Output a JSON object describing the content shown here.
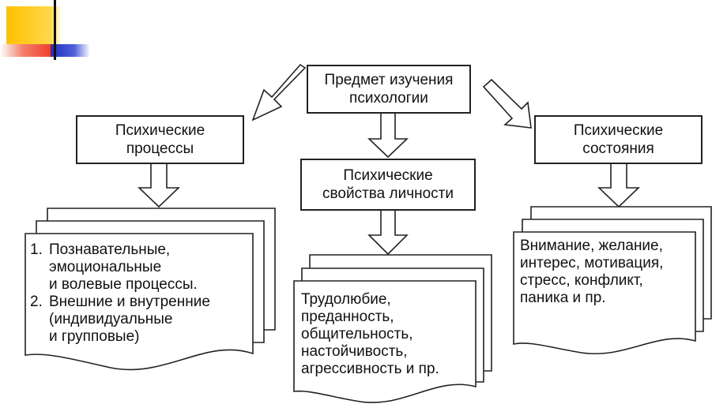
{
  "colors": {
    "ink": "#222222",
    "accent_yellow": "#FFC000",
    "accent_red": "#F03020",
    "accent_blue": "#2030C0"
  },
  "top_box": {
    "label": "Предмет изучения\nпсихологии"
  },
  "left_box": {
    "label": "Психические\nпроцессы"
  },
  "middle_box": {
    "label": "Психические\nсвойства личности"
  },
  "right_box": {
    "label": "Психические\nсостояния"
  },
  "left_list": {
    "items": [
      {
        "num": "1.",
        "text": "Познавательные,\nэмоциональные\nи волевые процессы."
      },
      {
        "num": "2.",
        "text": "Внешние и внутренние\n(индивидуальные\nи групповые)"
      }
    ]
  },
  "middle_list": {
    "text": "Трудолюбие,\nпреданность,\nобщительность,\nнастойчивость,\nагрессивность и пр."
  },
  "right_list": {
    "text": "Внимание, желание,\nинтерес, мотивация,\nстресс, конфликт,\nпаника и пр."
  }
}
